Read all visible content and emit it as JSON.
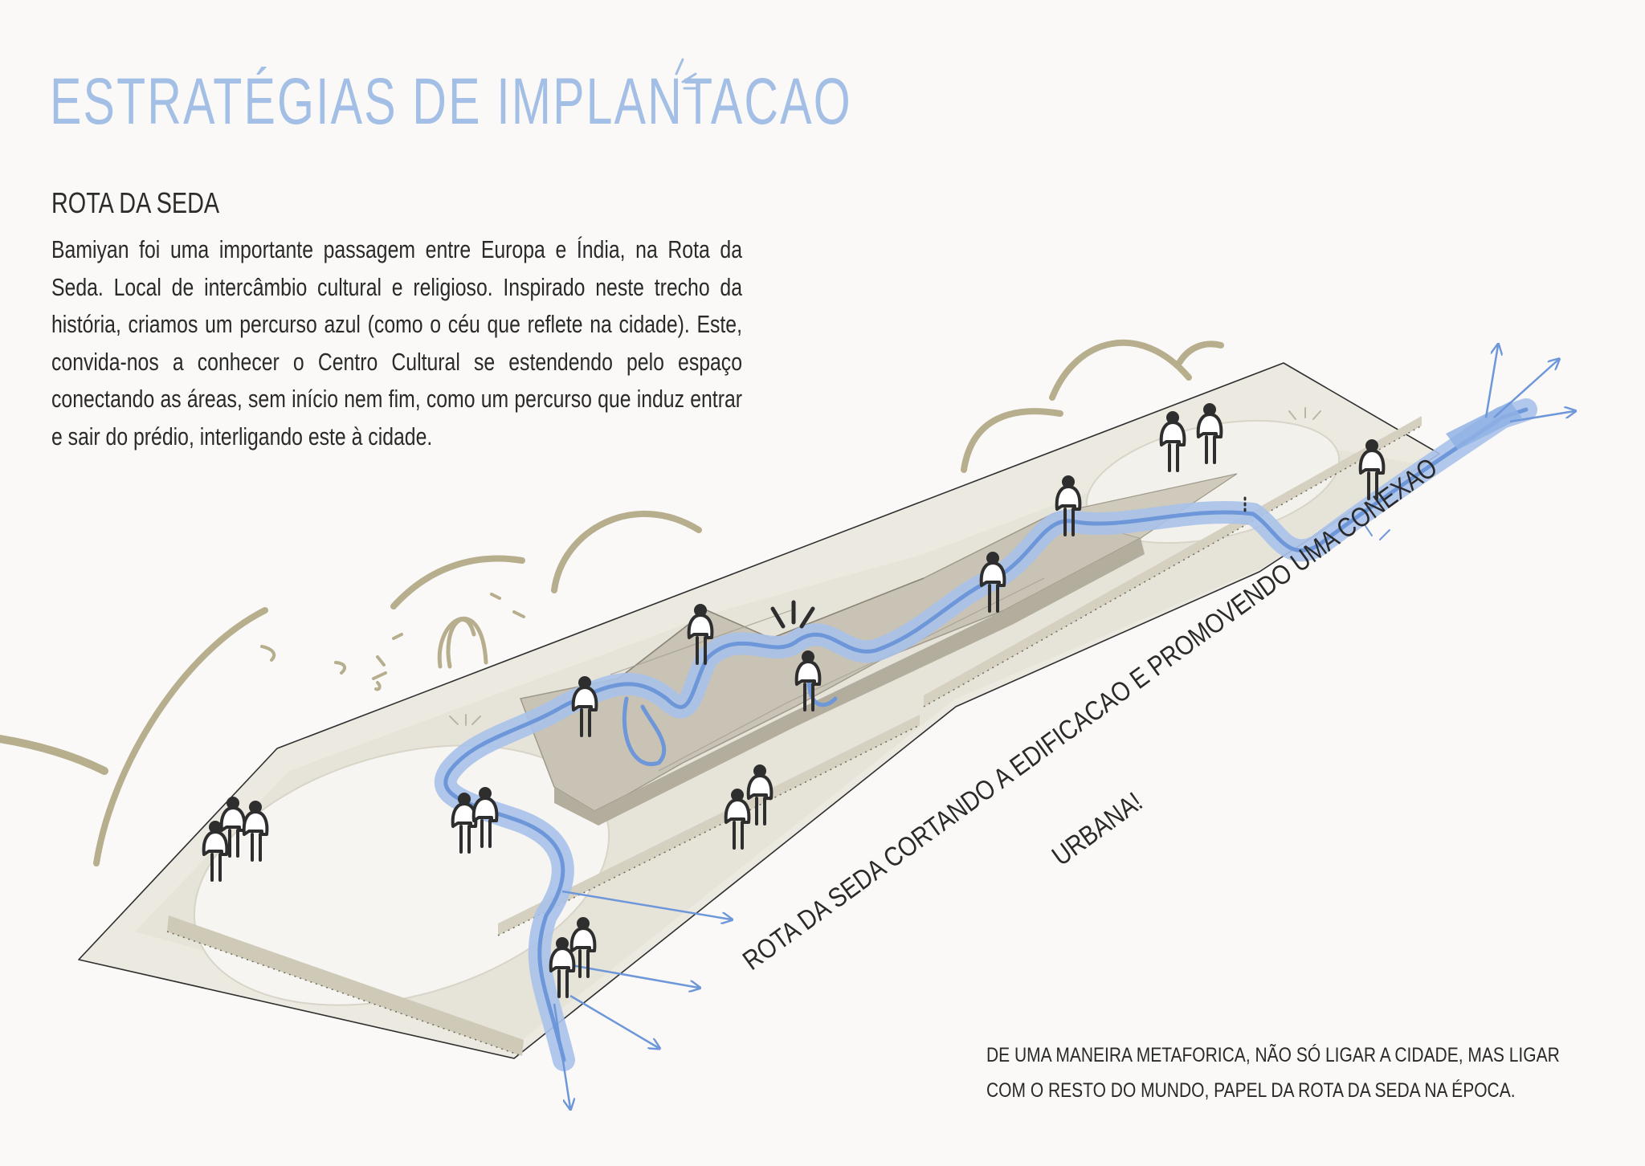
{
  "title": "ESTRATÉGIAS DE IMPLANTACAO",
  "section": {
    "heading": "ROTA DA SEDA",
    "body": "Bamiyan foi uma importante passagem entre Europa e Índia, na Rota da Seda. Local de intercâmbio cultural e religioso.  Inspirado neste trecho da história, criamos um percurso azul (como o céu que reflete na cidade). Este, convida-nos a conhecer o Centro Cultural se estendendo pelo espaço conectando as áreas, sem início nem fim, como um percurso que induz entrar e sair do prédio, interligando este à cidade."
  },
  "diagram": {
    "route_label_line1": "ROTA DA SEDA CORTANDO A EDIFICACAO E PROMOVENDO UMA CONEXAO",
    "route_label_line2": "URBANA!"
  },
  "note": "DE UMA MANEIRA METAFORICA, NÃO SÓ LIGAR A CIDADE, MAS LIGAR COM O RESTO DO MUNDO, PAPEL DA ROTA DA SEDA NA ÉPOCA.",
  "colors": {
    "title": "#a3bfe5",
    "route": "#8fb1e4",
    "route_line": "#6d97d9",
    "terrain": "#e9e6dd",
    "building": "#c7c2b4",
    "hills": "#b6ae8d",
    "text": "#2a2a2a"
  }
}
